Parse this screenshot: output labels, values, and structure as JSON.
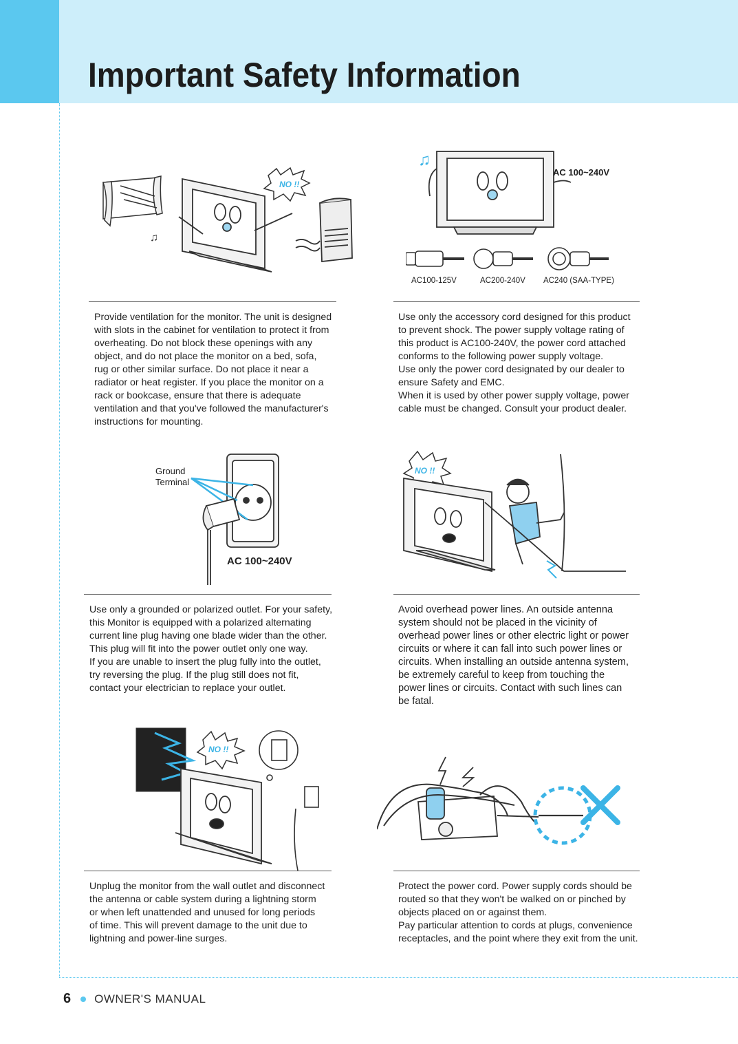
{
  "page": {
    "title": "Important Safety Information",
    "page_number": "6",
    "footer_label": "OWNER'S MANUAL"
  },
  "sections": {
    "ventilation": {
      "lines": [
        "Provide ventilation for the monitor. The unit is designed",
        "with slots in the cabinet for ventilation to protect it from",
        "overheating. Do not block these openings with any",
        "object, and do not place the monitor on a bed, sofa,",
        "rug or other similar surface. Do not place it near a",
        "radiator or heat register. If you place the monitor on a",
        "rack or bookcase, ensure that there is adequate",
        "ventilation and that you've followed the manufacturer's",
        "instructions for mounting."
      ],
      "badge": "NO !!"
    },
    "power_cord": {
      "lines": [
        "Use only the accessory cord designed for this product",
        "to prevent shock. The power supply voltage rating of",
        "this product is AC100-240V, the power cord attached",
        "conforms to the following power supply voltage.",
        "Use only the power cord designated by our dealer to",
        "ensure Safety and EMC.",
        "When it is used by other power supply voltage, power",
        "cable must be changed. Consult your product dealer."
      ],
      "voltage_label": "AC 100~240V",
      "plug_labels": [
        "AC100-125V",
        "AC200-240V",
        "AC240 (SAA-TYPE)"
      ]
    },
    "grounded_outlet": {
      "lines": [
        "Use only a grounded or polarized outlet. For your safety,",
        "this Monitor is equipped with a polarized alternating",
        "current line plug having one blade wider than the other.",
        "This plug will fit into the power outlet only one way.",
        "If you are unable to insert the plug fully into the outlet,",
        "try reversing the plug. If the plug still does not fit,",
        "contact your electrician to replace your outlet."
      ],
      "ground_label_1": "Ground",
      "ground_label_2": "Terminal",
      "voltage_label": "AC 100~240V"
    },
    "power_lines": {
      "lines": [
        "Avoid overhead power lines. An outside antenna",
        "system should not be placed in the vicinity of",
        "overhead power lines or other electric light or power",
        "circuits or where it can fall into such power lines or",
        "circuits. When installing an outside antenna system,",
        "be extremely careful to keep from touching the",
        "power lines or circuits. Contact with such lines can",
        "be fatal."
      ],
      "badge": "NO !!"
    },
    "lightning": {
      "lines": [
        "Unplug the monitor from the wall outlet and disconnect",
        "the antenna or cable system during a lightning storm",
        "or when left unattended and unused for long periods",
        "of time. This will prevent damage to the unit due to",
        "lightning and power-line surges."
      ],
      "badge": "NO !!"
    },
    "protect_cord": {
      "lines": [
        "Protect the power cord. Power supply cords should be",
        "routed so that they won't be walked on or pinched by",
        "objects placed on or against them.",
        "Pay particular attention to cords at plugs, convenience",
        "receptacles, and the point where they exit from the unit."
      ]
    }
  },
  "colors": {
    "header_bg": "#cdeefa",
    "header_tab": "#5bc8ef",
    "accent_blue": "#3cb4e6"
  }
}
